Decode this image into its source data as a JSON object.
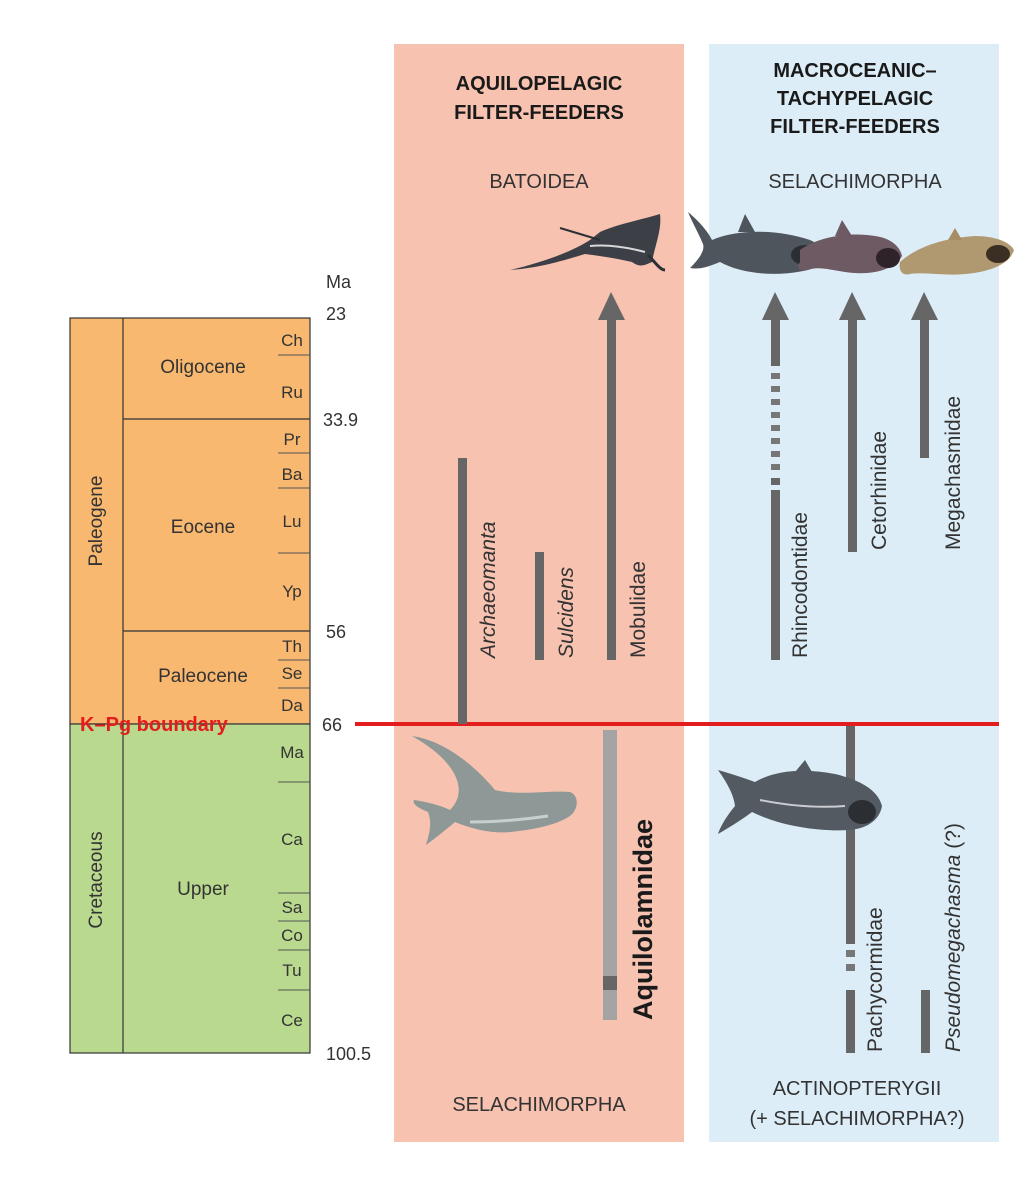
{
  "timescale": {
    "unit_label": "Ma",
    "ages": [
      "23",
      "33.9",
      "56",
      "66",
      "100.5"
    ],
    "periods": {
      "paleogene": "Paleogene",
      "cretaceous": "Cretaceous"
    },
    "epochs": {
      "oligocene": "Oligocene",
      "eocene": "Eocene",
      "paleocene": "Paleocene",
      "upper": "Upper"
    },
    "stages": [
      "Ch",
      "Ru",
      "Pr",
      "Ba",
      "Lu",
      "Yp",
      "Th",
      "Se",
      "Da",
      "Ma",
      "Ca",
      "Sa",
      "Co",
      "Tu",
      "Ce"
    ],
    "boundary_label": "K–Pg boundary",
    "colors": {
      "paleogene": "#f8b870",
      "cretaceous": "#b9d98f",
      "boundary": "#e31d1d"
    }
  },
  "columns": {
    "aquilopelagic": {
      "title_line1": "AQUILOPELAGIC",
      "title_line2": "FILTER-FEEDERS",
      "top_group": "BATOIDEA",
      "bottom_group": "SELACHIMORPHA",
      "color": "#f7c2b0"
    },
    "macroceanic": {
      "title_line1": "MACROCEANIC–",
      "title_line2": "TACHYPELAGIC",
      "title_line3": "FILTER-FEEDERS",
      "top_group": "SELACHIMORPHA",
      "bottom_group_line1": "ACTINOPTERYGII",
      "bottom_group_line2": "(+ SELACHIMORPHA?)",
      "color": "#dcedf7"
    }
  },
  "taxa": {
    "archaeomanta": "Archaeomanta",
    "sulcidens": "Sulcidens",
    "mobulidae": "Mobulidae",
    "aquilolamnidae": "Aquilolamnidae",
    "rhincodontidae": "Rhincodontidae",
    "cetorhinidae": "Cetorhinidae",
    "megachasmidae": "Megachasmidae",
    "pachycormidae": "Pachycormidae",
    "pseudomegachasma": "Pseudomegachasma",
    "pseudomegachasma_note": "(?)"
  },
  "icons": [
    "manta-ray-icon",
    "whale-shark-icon",
    "basking-shark-icon",
    "megamouth-shark-icon",
    "aquilolamna-shark-icon",
    "pachycormid-fish-icon"
  ]
}
